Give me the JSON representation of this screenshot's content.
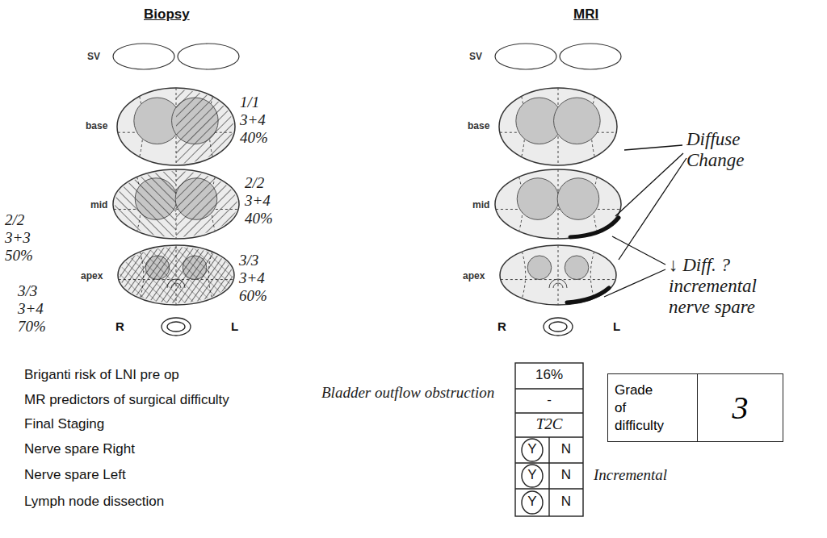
{
  "diagram": {
    "nodes": [
      {
        "text": [
          "Grade of difficulty",
          "3"
        ]
      }
    ],
    "labels": [
      "Biopsy",
      "MRI",
      "SV",
      "base",
      "mid",
      "apex",
      "R",
      "L",
      "SV",
      "base",
      "mid",
      "apex",
      "R",
      "L",
      "1/1 3+4 40%",
      "2/2 3+4 40%",
      "2/2 3+3 50%",
      "3/3 3+4 70%",
      "3/3 3+4 60%",
      "Diffuse Change",
      "↓ Diff. ?incremental nerve spare",
      "Briganti risk of LNI pre op",
      "MR predictors of surgical difficulty",
      "Final Staging",
      "Nerve spare Right",
      "Nerve spare Left",
      "Lymph node dissection",
      "Bladder outflow obstruction",
      "16%",
      "-",
      "T2C",
      "Y",
      "N",
      "Y",
      "N",
      "Y",
      "N",
      "Incremental"
    ]
  }
}
